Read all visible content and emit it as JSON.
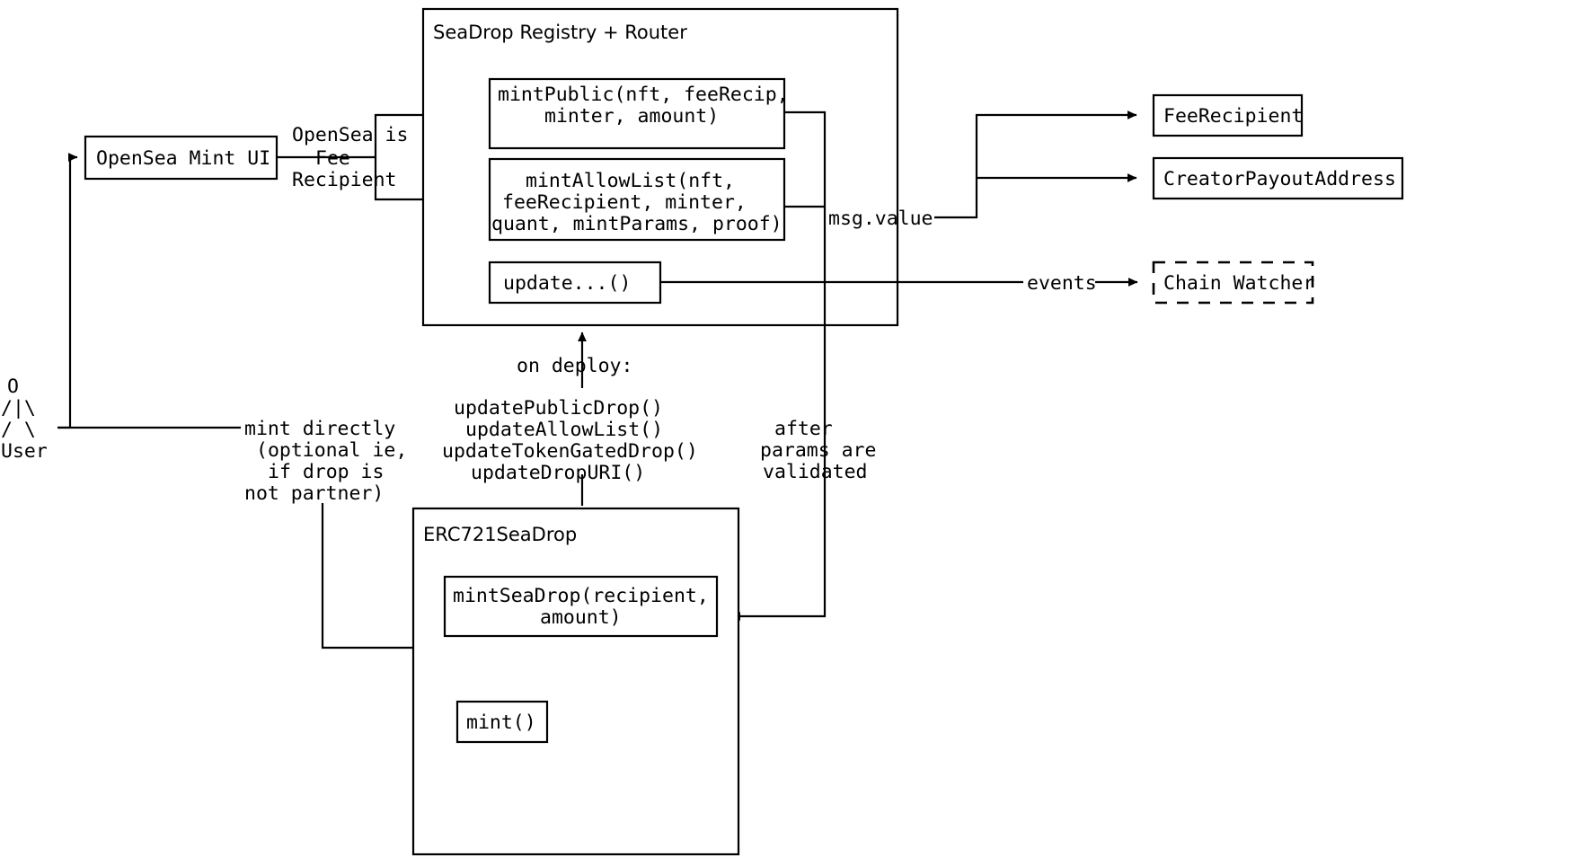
{
  "diagram": {
    "title": "SeaDrop Registry + Router architecture",
    "colors": {
      "stroke": "#000000",
      "background": "#ffffff",
      "text": "#000000"
    },
    "actors": {
      "user": {
        "art_line_1": "O",
        "art_line_2": "/|\\",
        "art_line_3": "/ \\",
        "label": "User"
      }
    },
    "nodes": {
      "opensea_mint_ui": {
        "label": "OpenSea Mint UI",
        "style": "solid"
      },
      "registry_container": {
        "label": "SeaDrop Registry + Router",
        "style": "solid"
      },
      "mint_public": {
        "line_1": "mintPublic(nft, feeRecip,",
        "line_2": "minter, amount)",
        "style": "solid"
      },
      "mint_allow_list": {
        "line_1": "mintAllowList(nft,",
        "line_2": "feeRecipient, minter,",
        "line_3": "quant, mintParams, proof)",
        "style": "solid"
      },
      "update_fn": {
        "label": "update...()",
        "style": "solid"
      },
      "fee_recipient": {
        "label": "FeeRecipient",
        "style": "solid"
      },
      "creator_payout_address": {
        "label": "CreatorPayoutAddress",
        "style": "solid"
      },
      "chain_watcher": {
        "label": "Chain Watcher",
        "style": "dashed"
      },
      "erc721_seadrop_container": {
        "label": "ERC721SeaDrop",
        "style": "solid"
      },
      "mint_seadrop": {
        "line_1": "mintSeaDrop(recipient,",
        "line_2": "amount)",
        "style": "solid"
      },
      "mint_fn": {
        "label": "mint()",
        "style": "solid"
      }
    },
    "edge_labels": {
      "opensea_is_fee_recipient": {
        "line_1": "OpenSea is",
        "line_2": "Fee",
        "line_3": "Recipient"
      },
      "msg_value": "msg.value",
      "events": "events",
      "mint_directly": {
        "line_1": "mint directly",
        "line_2": "(optional ie,",
        "line_3": "if drop is",
        "line_4": "not partner)"
      },
      "on_deploy": {
        "heading": "on deploy:",
        "fn_1": "updatePublicDrop()",
        "fn_2": "updateAllowList()",
        "fn_3": "updateTokenGatedDrop()",
        "fn_4": "updateDropURI()"
      },
      "after_params_validated": {
        "line_1": "after",
        "line_2": "params are",
        "line_3": "validated"
      }
    }
  }
}
